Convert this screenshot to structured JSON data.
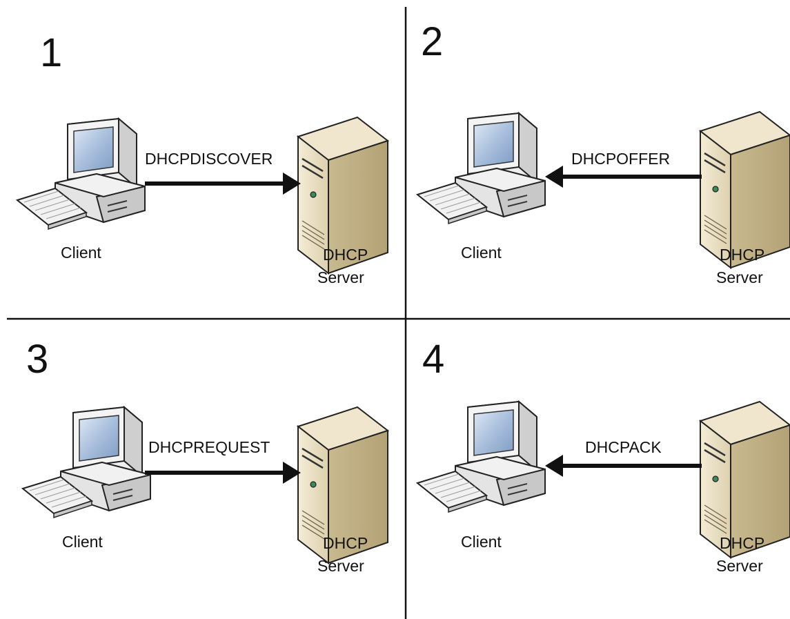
{
  "steps": [
    {
      "number": "1",
      "message": "DHCPDISCOVER",
      "direction": "client-to-server",
      "client_label": "Client",
      "server_label_line1": "DHCP",
      "server_label_line2": "Server"
    },
    {
      "number": "2",
      "message": "DHCPOFFER",
      "direction": "server-to-client",
      "client_label": "Client",
      "server_label_line1": "DHCP",
      "server_label_line2": "Server"
    },
    {
      "number": "3",
      "message": "DHCPREQUEST",
      "direction": "client-to-server",
      "client_label": "Client",
      "server_label_line1": "DHCP",
      "server_label_line2": "Server"
    },
    {
      "number": "4",
      "message": "DHCPACK",
      "direction": "server-to-client",
      "client_label": "Client",
      "server_label_line1": "DHCP",
      "server_label_line2": "Server"
    }
  ],
  "icons": {
    "client": "desktop-computer-icon",
    "server": "server-tower-icon"
  },
  "colors": {
    "line": "#111111",
    "server_body": "#e6dcc2",
    "server_side": "#c9b98f",
    "monitor_screen": "#9fb7d6"
  }
}
